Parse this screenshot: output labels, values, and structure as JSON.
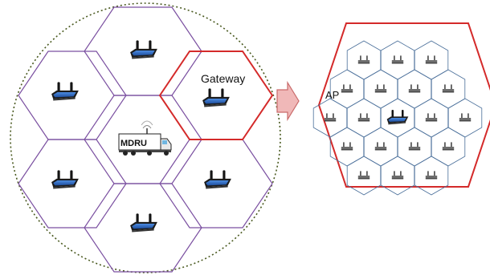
{
  "labels": {
    "gateway": "Gateway",
    "mdru": "MDRU",
    "ap": "AP"
  },
  "icons": {
    "router": "wireless-router-icon",
    "truck": "mdru-truck-icon",
    "access_point": "access-point-icon",
    "arrow": "right-arrow-icon"
  },
  "colors": {
    "cell_border": "#7a4fa0",
    "gateway_border": "#d42a2a",
    "coverage_circle": "#4a5a20",
    "mini_hex_border": "#4a6f9a",
    "outer_hex": "#d42a2a",
    "arrow_fill": "#f0b8b8",
    "arrow_stroke": "#c96a6a",
    "router_body": "#2d69c6"
  }
}
